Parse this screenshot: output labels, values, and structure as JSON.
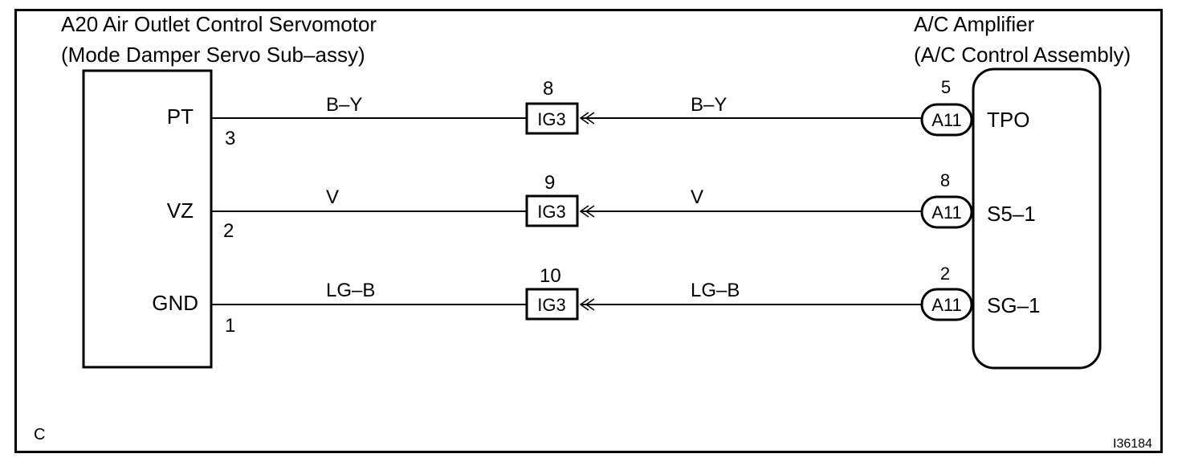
{
  "left_component": {
    "title": "A20 Air Outlet Control Servomotor",
    "subtitle": "(Mode Damper Servo Sub–assy)",
    "pins": [
      {
        "name": "PT",
        "number": "3"
      },
      {
        "name": "VZ",
        "number": "2"
      },
      {
        "name": "GND",
        "number": "1"
      }
    ]
  },
  "right_component": {
    "title": "A/C Amplifier",
    "subtitle": "(A/C Control Assembly)",
    "pins": [
      {
        "name": "TPO",
        "connector": "A11",
        "number": "5"
      },
      {
        "name": "S5–1",
        "connector": "A11",
        "number": "8"
      },
      {
        "name": "SG–1",
        "connector": "A11",
        "number": "2"
      }
    ]
  },
  "junction_connectors": [
    {
      "label": "IG3",
      "number": "8"
    },
    {
      "label": "IG3",
      "number": "9"
    },
    {
      "label": "IG3",
      "number": "10"
    }
  ],
  "wires": [
    {
      "left_color": "B–Y",
      "right_color": "B–Y"
    },
    {
      "left_color": "V",
      "right_color": "V"
    },
    {
      "left_color": "LG–B",
      "right_color": "LG–B"
    }
  ],
  "corner_label": "C",
  "figure_id": "I36184"
}
